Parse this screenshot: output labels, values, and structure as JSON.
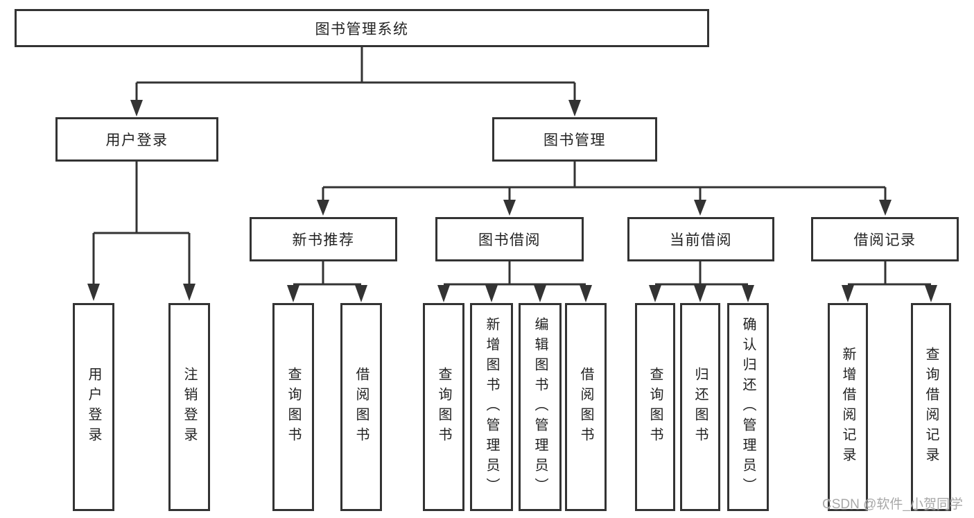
{
  "tree": {
    "root": {
      "label": "图书管理系统",
      "children": [
        {
          "label": "用户登录",
          "children": [
            {
              "label": "用户登录"
            },
            {
              "label": "注销登录"
            }
          ]
        },
        {
          "label": "图书管理",
          "children": [
            {
              "label": "新书推荐",
              "children": [
                {
                  "label": "查询图书"
                },
                {
                  "label": "借阅图书"
                }
              ]
            },
            {
              "label": "图书借阅",
              "children": [
                {
                  "label": "查询图书"
                },
                {
                  "label": "新增图书（管理员）"
                },
                {
                  "label": "编辑图书（管理员）"
                },
                {
                  "label": "借阅图书"
                }
              ]
            },
            {
              "label": "当前借阅",
              "children": [
                {
                  "label": "查询图书"
                },
                {
                  "label": "归还图书"
                },
                {
                  "label": "确认归还（管理员）"
                }
              ]
            },
            {
              "label": "借阅记录",
              "children": [
                {
                  "label": "新增借阅记录"
                },
                {
                  "label": "查询借阅记录"
                }
              ]
            }
          ]
        }
      ]
    }
  },
  "watermark": {
    "text": "CSDN @软件_小贺同学"
  },
  "colors": {
    "background": "#ffffff",
    "line": "#333333",
    "box_border": "#333333",
    "text": "#222222",
    "watermark": "#a8a8a8"
  }
}
